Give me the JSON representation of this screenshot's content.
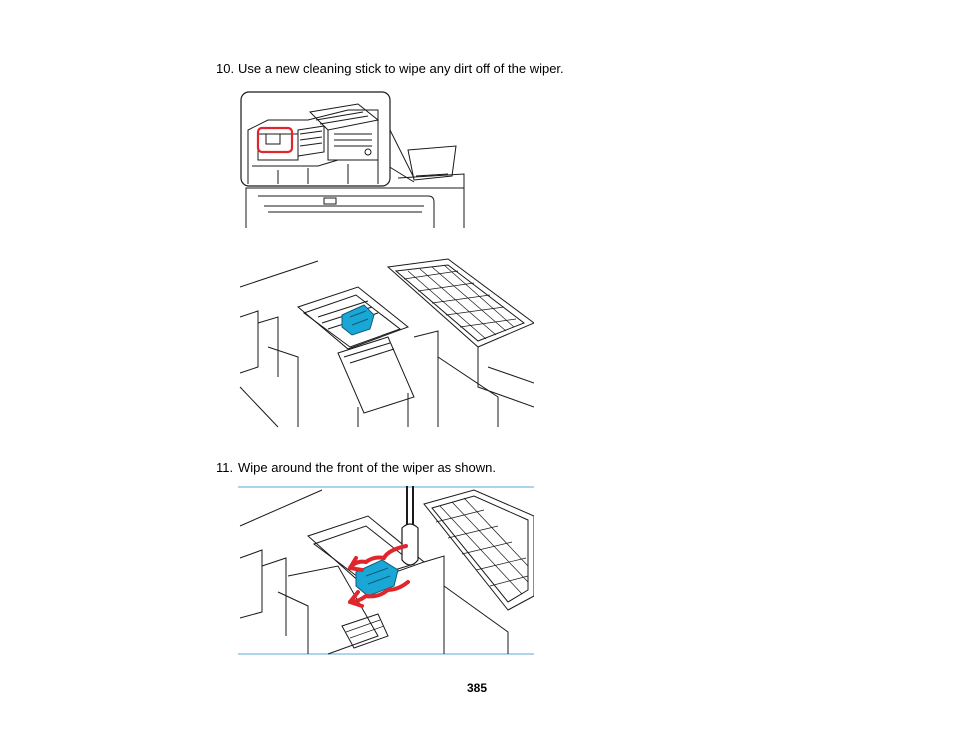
{
  "steps": [
    {
      "number": "10.",
      "text": "Use a new cleaning stick to wipe any dirt off of the wiper."
    },
    {
      "number": "11.",
      "text": "Wipe around the front of the wiper as shown."
    }
  ],
  "page_number": "385",
  "colors": {
    "line": "#1a1a1a",
    "wiper": "#1aa7d6",
    "highlight": "#e0252b",
    "arrow": "#e0252b",
    "rule": "#5aa9d6"
  }
}
